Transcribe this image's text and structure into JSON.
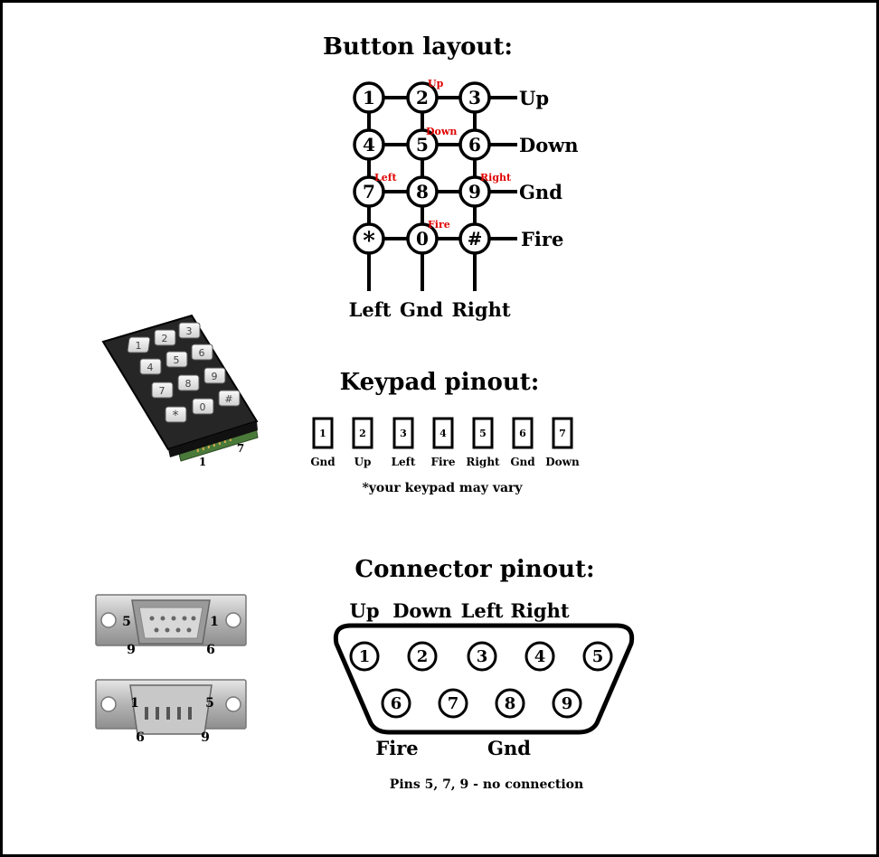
{
  "button_layout": {
    "title": "Button layout:",
    "keys": [
      "1",
      "2",
      "3",
      "4",
      "5",
      "6",
      "7",
      "8",
      "9",
      "*",
      "0",
      "#"
    ],
    "row_labels": [
      "Up",
      "Down",
      "Gnd",
      "Fire"
    ],
    "col_labels": [
      "Left",
      "Gnd",
      "Right"
    ],
    "annotations": [
      {
        "text": "Up",
        "key": "2"
      },
      {
        "text": "Down",
        "key": "5"
      },
      {
        "text": "Left",
        "key": "7"
      },
      {
        "text": "Right",
        "key": "9"
      },
      {
        "text": "Fire",
        "key": "0"
      }
    ]
  },
  "keypad_photo": {
    "keys": [
      "1",
      "2",
      "3",
      "4",
      "5",
      "6",
      "7",
      "8",
      "9",
      "*",
      "0",
      "#"
    ],
    "pin_first": "1",
    "pin_last": "7"
  },
  "keypad_pinout": {
    "title": "Keypad pinout:",
    "pins": [
      {
        "num": "1",
        "label": "Gnd"
      },
      {
        "num": "2",
        "label": "Up"
      },
      {
        "num": "3",
        "label": "Left"
      },
      {
        "num": "4",
        "label": "Fire"
      },
      {
        "num": "5",
        "label": "Right"
      },
      {
        "num": "6",
        "label": "Gnd"
      },
      {
        "num": "7",
        "label": "Down"
      }
    ],
    "note": "*your keypad may vary"
  },
  "connector_photos": {
    "female": {
      "top_left": "5",
      "top_right": "1",
      "bottom_left": "9",
      "bottom_right": "6"
    },
    "male": {
      "top_left": "1",
      "top_right": "5",
      "bottom_left": "6",
      "bottom_right": "9"
    }
  },
  "connector_pinout": {
    "title": "Connector pinout:",
    "top_labels": [
      "Up",
      "Down",
      "Left",
      "Right"
    ],
    "top_pins": [
      "1",
      "2",
      "3",
      "4",
      "5"
    ],
    "bottom_pins": [
      "6",
      "7",
      "8",
      "9"
    ],
    "bottom_labels": [
      "Fire",
      "Gnd"
    ],
    "note": "Pins 5, 7, 9 - no connection"
  }
}
